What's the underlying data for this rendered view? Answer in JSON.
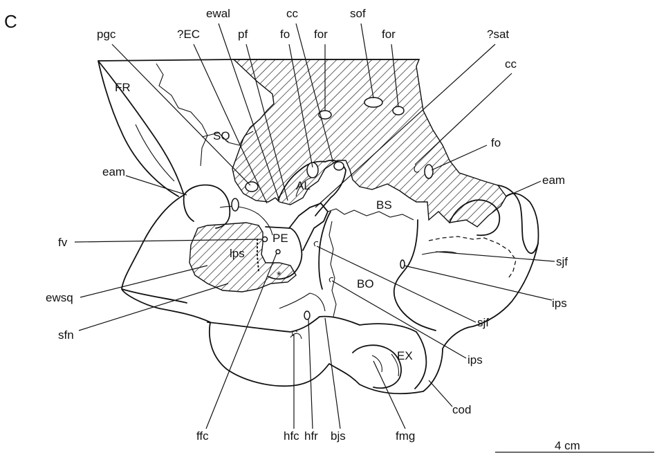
{
  "panel_letter": "C",
  "labels": {
    "pgc": "pgc",
    "ec": "?EC",
    "ewal": "ewal",
    "pf": "pf",
    "fo_top": "fo",
    "cc_top": "cc",
    "for_1": "for",
    "sof": "sof",
    "for_2": "for",
    "sat": "?sat",
    "cc_right": "cc",
    "fo_right": "fo",
    "eam_left": "eam",
    "eam_right": "eam",
    "fv": "fv",
    "ewsq": "ewsq",
    "sfn": "sfn",
    "sjf_1": "sjf",
    "ips_1": "ips",
    "sjf_2": "sjf",
    "ips_2": "ips",
    "cod": "cod",
    "ffc": "ffc",
    "hfc": "hfc",
    "hfr": "hfr",
    "bjs": "bjs",
    "fmg": "fmg"
  },
  "bone_labels": {
    "fr": "FR",
    "sq": "SQ",
    "al": "AL",
    "bs": "BS",
    "pe": "PE",
    "lps": "lps",
    "asterisk": "*",
    "bo": "BO",
    "ex": "EX"
  },
  "scale_bar": {
    "label": "4 cm"
  }
}
